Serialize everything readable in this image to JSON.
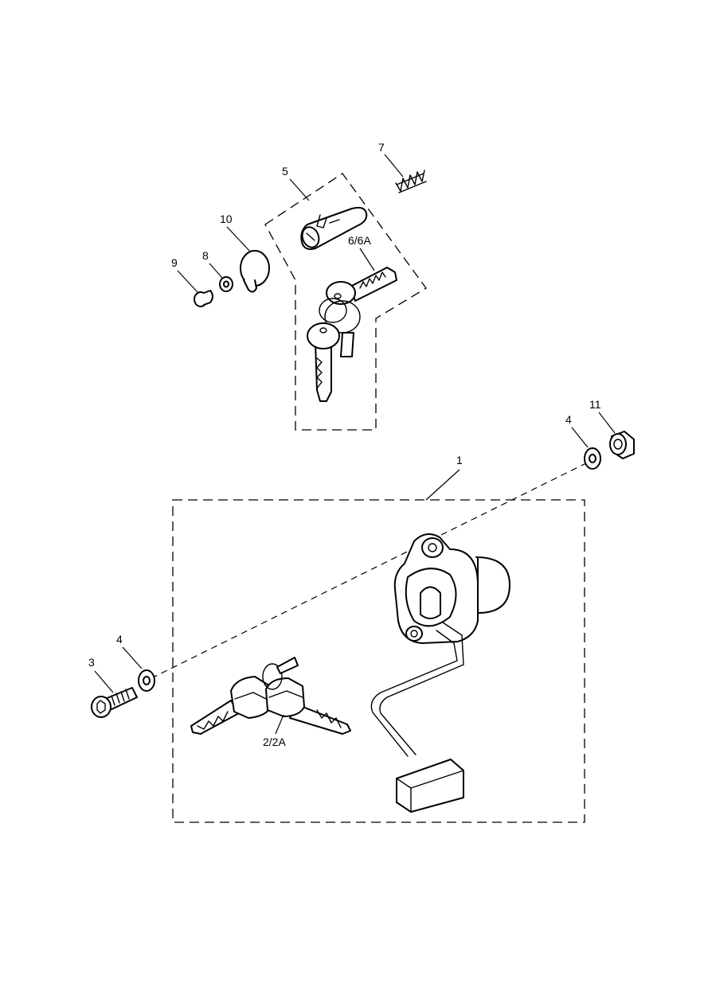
{
  "diagram": {
    "callouts": {
      "c1": "1",
      "c2": "2/2A",
      "c3": "3",
      "c4a": "4",
      "c4b": "4",
      "c5": "5",
      "c6": "6/6A",
      "c7": "7",
      "c8": "8",
      "c9": "9",
      "c10": "10",
      "c11": "11"
    }
  }
}
